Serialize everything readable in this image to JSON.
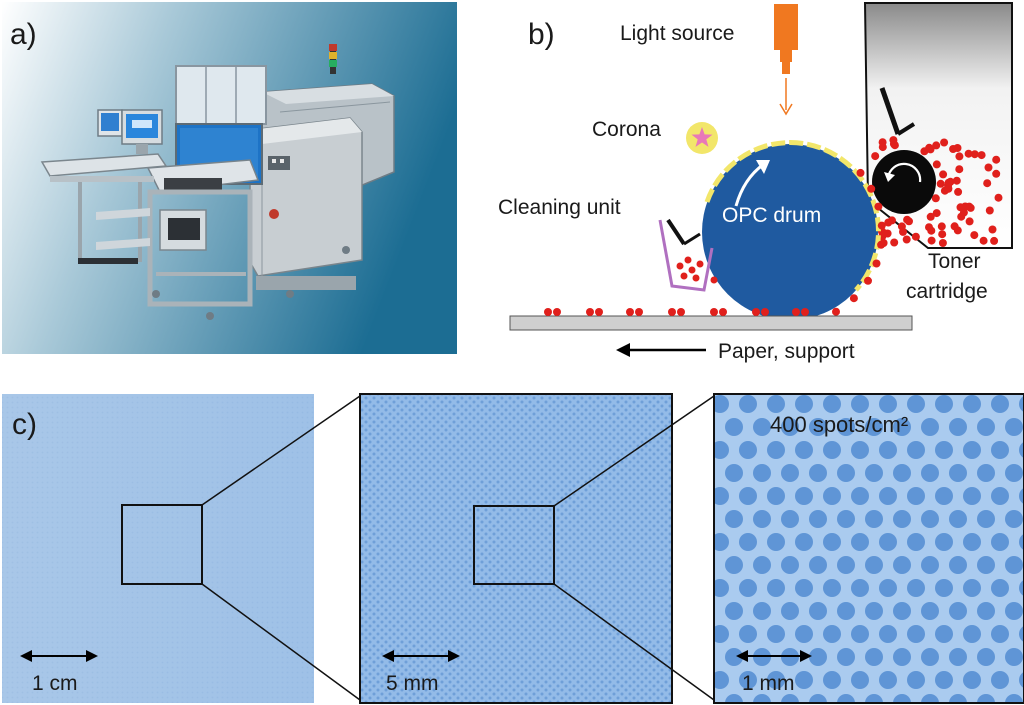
{
  "panel_a": {
    "label": "a)"
  },
  "panel_b": {
    "label": "b)",
    "light_source": "Light source",
    "corona": "Corona",
    "cleaning_unit": "Cleaning unit",
    "drum": "OPC drum",
    "toner_line1": "Toner",
    "toner_line2": "cartridge",
    "paper": "Paper, support"
  },
  "panel_c": {
    "label": "c)",
    "density": "400 spots/cm²",
    "scale_left": "1 cm",
    "scale_middle": "5 mm",
    "scale_right": "1 mm"
  },
  "colors": {
    "drum": "#1f5aa0",
    "toner": "#e0201c",
    "light_source": "#f07820",
    "corona_yellow": "#f2e66a",
    "corona_star": "#e878b8",
    "cleaning_unit": "#b070c0",
    "substrate": "#8db8e4",
    "spot": "#5f95d6"
  }
}
